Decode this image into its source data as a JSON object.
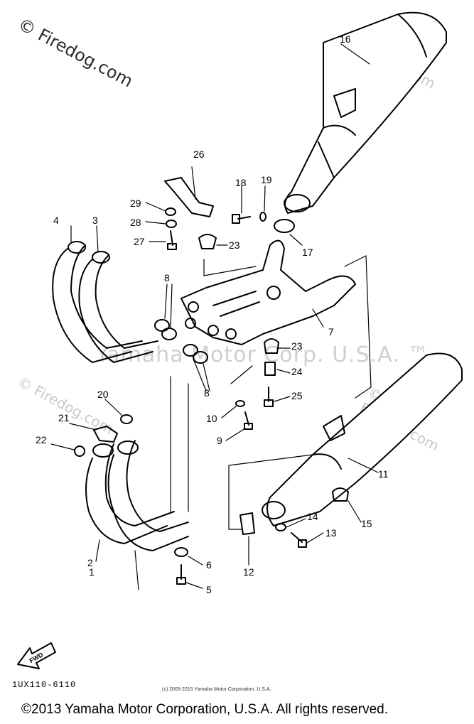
{
  "watermarks": {
    "main": "© Firedog.com",
    "top_right": "© Firedog.com",
    "middle_left": "© Firedog.com",
    "middle_right": "© Firedog.com",
    "middle_center": "Yamaha Motor Corp. U.S.A. ™"
  },
  "part_labels": [
    "1",
    "2",
    "3",
    "4",
    "5",
    "6",
    "7",
    "8",
    "8",
    "9",
    "10",
    "11",
    "12",
    "13",
    "14",
    "15",
    "16",
    "17",
    "18",
    "19",
    "20",
    "21",
    "22",
    "23",
    "23",
    "24",
    "25",
    "26",
    "27",
    "28",
    "29"
  ],
  "fwd_arrow": {
    "text": "FWD",
    "icon": "fwd-arrow-icon"
  },
  "diagram_code": "1UX110-6110",
  "small_copyright": "(c) 2005-2015 Yamaha Motor Corporation, U.S.A.",
  "footer_copyright": "©2013 Yamaha Motor Corporation, U.S.A. All rights reserved."
}
